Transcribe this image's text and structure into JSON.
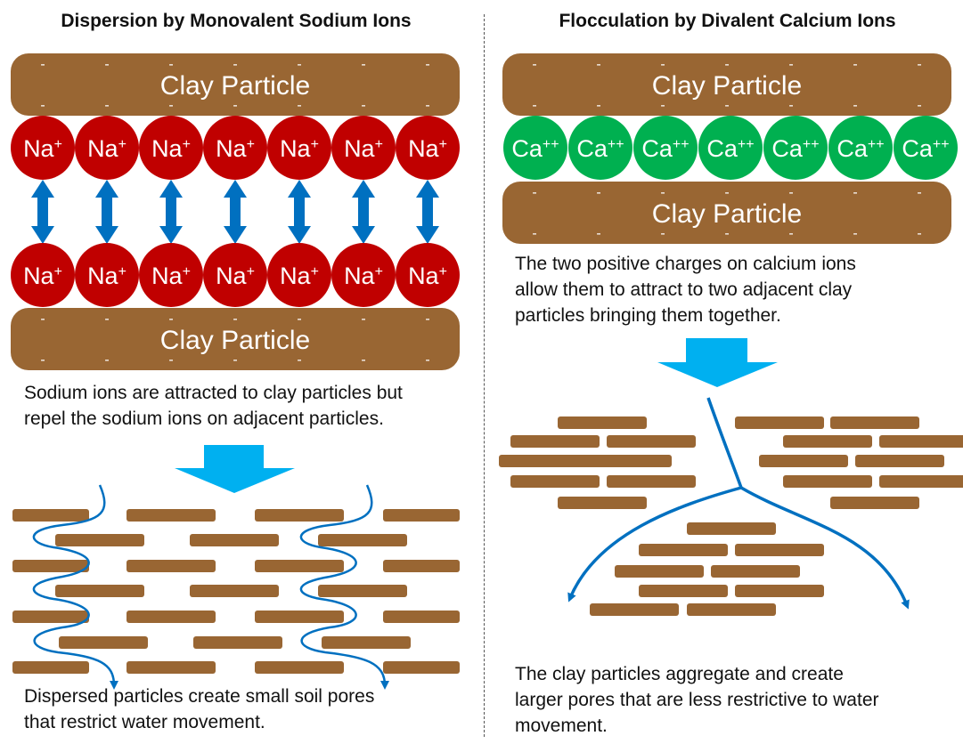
{
  "left": {
    "title": "Dispersion by Monovalent Sodium Ions",
    "particle_label": "Clay Particle",
    "ion_symbol": "Na",
    "ion_charge": "+",
    "ion_count": 7,
    "caption_top": [
      "Sodium ions are attracted to clay particles but",
      "repel the sodium ions on adjacent particles."
    ],
    "caption_bottom": [
      "Dispersed particles create small soil pores",
      "that restrict water movement."
    ]
  },
  "right": {
    "title": "Flocculation by Divalent Calcium Ions",
    "particle_label": "Clay Particle",
    "ion_symbol": "Ca",
    "ion_charge": "++",
    "ion_count": 7,
    "caption_top": [
      "The two positive charges on calcium ions",
      "allow them to attract to two adjacent clay",
      "particles bringing them together."
    ],
    "caption_bottom": [
      "The clay particles aggregate and create",
      "larger pores that are less restrictive to water",
      "movement."
    ]
  },
  "charge_sign": "-",
  "colors": {
    "clay": "#996633",
    "sodium": "#c00000",
    "calcium": "#00b050",
    "arrow": "#0070c0",
    "down_arrow": "#00b0f0"
  }
}
